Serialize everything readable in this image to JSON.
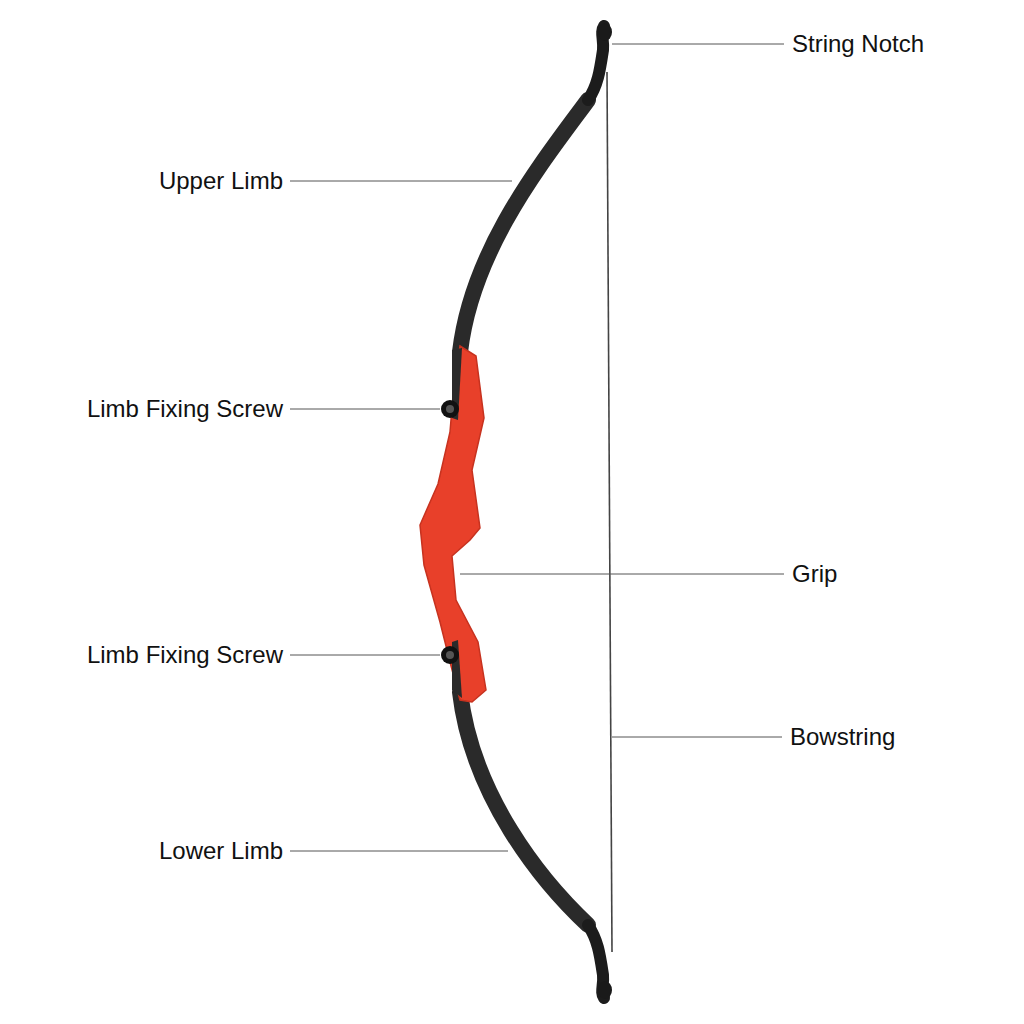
{
  "diagram": {
    "labels": [
      "String Notch",
      "Upper Limb",
      "Limb Fixing Screw",
      "Grip",
      "Limb Fixing Screw",
      "Bowstring",
      "Lower Limb"
    ]
  }
}
